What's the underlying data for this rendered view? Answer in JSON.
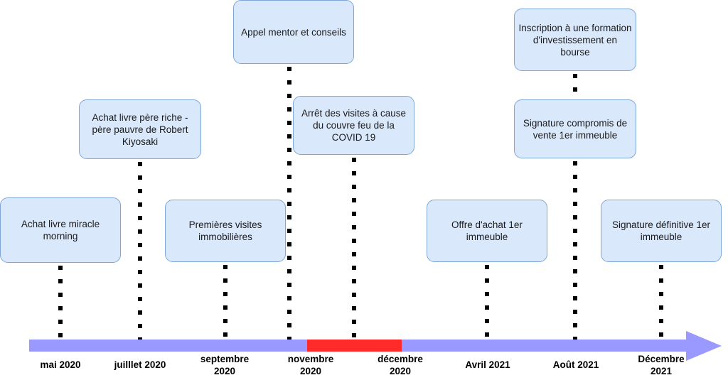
{
  "diagram": {
    "type": "timeline",
    "title": "",
    "colors": {
      "box_fill": "#dae8fc",
      "box_border": "#7ea6d9",
      "axis": "#9999ff",
      "axis_highlight": "#ff2b2b",
      "connector": "#000000",
      "text": "#1a1a1a"
    },
    "axis": {
      "name": "timeline-axis",
      "arrow_direction": "right",
      "highlight_segment": {
        "name": "covid-lockdown-period",
        "color": "#ff2b2b",
        "from_label": "novembre 2020",
        "to_label": "décembre 2020"
      },
      "labels": [
        {
          "id": "mai-2020",
          "text": "mai 2020"
        },
        {
          "id": "juillet-2020",
          "text": "juilllet 2020"
        },
        {
          "id": "septembre-2020",
          "text": "septembre\n2020"
        },
        {
          "id": "novembre-2020",
          "text": "novembre\n2020"
        },
        {
          "id": "decembre-2020",
          "text": "décembre\n2020"
        },
        {
          "id": "avril-2021",
          "text": "Avril 2021"
        },
        {
          "id": "aout-2021",
          "text": "Août 2021"
        },
        {
          "id": "decembre-2021",
          "text": "Décembre\n2021"
        }
      ]
    },
    "events": [
      {
        "id": "achat-livre-miracle-morning",
        "label": "Achat livre miracle morning",
        "axis_label": "mai 2020",
        "row": "bottom"
      },
      {
        "id": "achat-livre-pere-riche",
        "label": "Achat livre père riche - père pauvre de Robert Kiyosaki",
        "axis_label": "juilllet 2020",
        "row": "middle"
      },
      {
        "id": "premieres-visites-immobilieres",
        "label": "Premières visites immobilières",
        "axis_label": "septembre 2020",
        "row": "bottom"
      },
      {
        "id": "appel-mentor-et-conseils",
        "label": "Appel mentor et conseils",
        "axis_label": "novembre 2020",
        "row": "top"
      },
      {
        "id": "arret-des-visites-covid",
        "label": "Arrêt des visites à cause du couvre feu de la COVID 19",
        "axis_label": "décembre 2020",
        "row": "middle"
      },
      {
        "id": "offre-achat-1er-immeuble",
        "label": "Offre d'achat 1er immeuble",
        "axis_label": "Avril 2021",
        "row": "bottom"
      },
      {
        "id": "inscription-formation-bourse",
        "label": "Inscription à une formation d'investissement en bourse",
        "axis_label": "Août 2021",
        "row": "top"
      },
      {
        "id": "signature-compromis-vente",
        "label": "Signature compromis de vente 1er immeuble",
        "axis_label": "Août 2021",
        "row": "middle"
      },
      {
        "id": "signature-definitive-1er-immeuble",
        "label": "Signature définitive 1er immeuble",
        "axis_label": "Décembre 2021",
        "row": "bottom"
      }
    ]
  }
}
